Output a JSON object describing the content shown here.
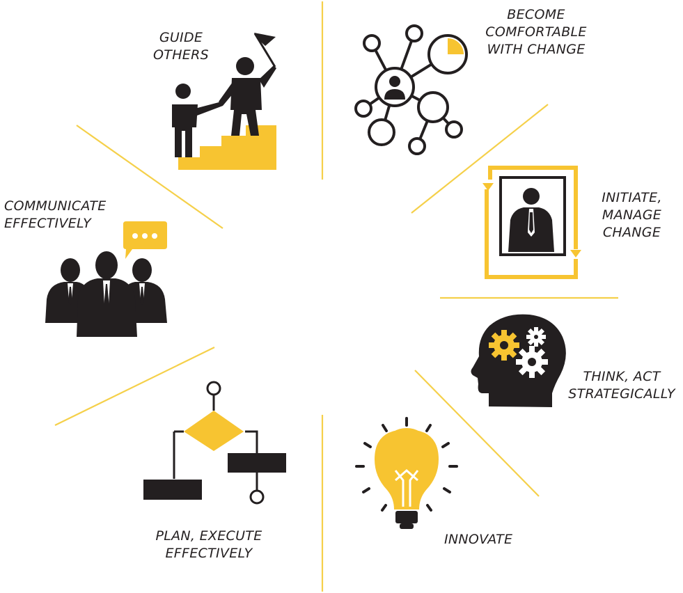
{
  "colors": {
    "accent": "#f7c431",
    "dark": "#231f20",
    "line": "#f5d04a"
  },
  "competencies": [
    {
      "key": "guide",
      "icon": "stairs-mentoring-icon",
      "lines": [
        "GUIDE",
        "OTHERS"
      ]
    },
    {
      "key": "change",
      "icon": "network-nodes-icon",
      "lines": [
        "BECOME",
        "COMFORTABLE",
        "WITH CHANGE"
      ]
    },
    {
      "key": "manage",
      "icon": "cycle-person-icon",
      "lines": [
        "INITIATE,",
        "MANAGE",
        "CHANGE"
      ]
    },
    {
      "key": "strategy",
      "icon": "head-gears-icon",
      "lines": [
        "THINK, ACT",
        "STRATEGICALLY"
      ]
    },
    {
      "key": "innovate",
      "icon": "lightbulb-icon",
      "lines": [
        "INNOVATE"
      ]
    },
    {
      "key": "plan",
      "icon": "flowchart-icon",
      "lines": [
        "PLAN, EXECUTE",
        "EFFECTIVELY"
      ]
    },
    {
      "key": "communicate",
      "icon": "team-speech-icon",
      "lines": [
        "COMMUNICATE",
        "EFFECTIVELY"
      ]
    }
  ]
}
